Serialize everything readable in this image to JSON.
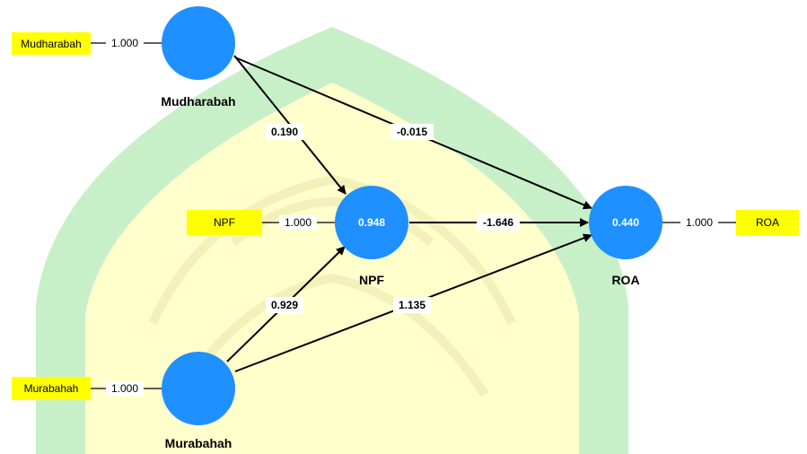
{
  "diagram": {
    "constructs": {
      "mudharabah": {
        "label": "Mudharabah",
        "value": ""
      },
      "murabahah": {
        "label": "Murabahah",
        "value": ""
      },
      "npf": {
        "label": "NPF",
        "value": "0.948"
      },
      "roa": {
        "label": "ROA",
        "value": "0.440"
      }
    },
    "indicators": {
      "mudharabah": {
        "label": "Mudharabah",
        "loading": "1.000"
      },
      "npf": {
        "label": "NPF",
        "loading": "1.000"
      },
      "murabahah": {
        "label": "Murabahah",
        "loading": "1.000"
      },
      "roa": {
        "label": "ROA",
        "loading": "1.000"
      }
    },
    "paths": {
      "mudharabah_npf": "0.190",
      "mudharabah_roa": "-0.015",
      "npf_roa": "-1.646",
      "murabahah_npf": "0.929",
      "murabahah_roa": "1.135"
    },
    "colors": {
      "construct": "#1e90ff",
      "indicator": "#ffff00",
      "watermark_band": "#c8f0c8",
      "watermark_fill": "#ffffcc",
      "arrow": "#000000"
    }
  }
}
